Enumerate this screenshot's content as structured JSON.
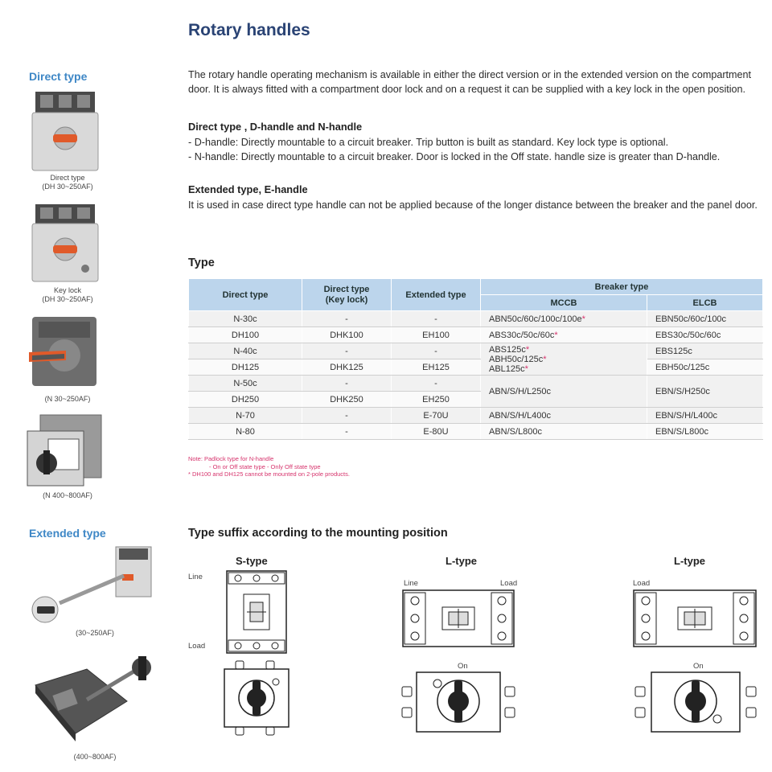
{
  "title": "Rotary handles",
  "sidebar": {
    "direct_heading": "Direct type",
    "extended_heading": "Extended type",
    "captions": [
      {
        "line1": "Direct type",
        "line2": "(DH 30~250AF)"
      },
      {
        "line1": "Key lock",
        "line2": "(DH 30~250AF)"
      },
      {
        "line1": "(N 30~250AF)",
        "line2": ""
      },
      {
        "line1": "(N 400~800AF)",
        "line2": ""
      },
      {
        "line1": "(30~250AF)",
        "line2": ""
      },
      {
        "line1": "(400~800AF)",
        "line2": ""
      }
    ]
  },
  "intro": "The rotary handle operating mechanism is available in either the direct version or in the extended version on the compartment door. It is always fitted with a compartment door lock and on a request it can be supplied with a key lock in the open position.",
  "direct_section": {
    "heading": "Direct type , D-handle and N-handle",
    "line1": "- D-handle: Directly mountable to a circuit breaker. Trip button is built as standard. Key lock type is optional.",
    "line2": "- N-handle: Directly mountable to a circuit breaker. Door is locked in the Off state. handle size is greater than D-handle."
  },
  "extended_section": {
    "heading": "Extended type, E-handle",
    "text": "It is used in case direct type handle can not be applied because of the longer distance between the breaker and the panel door."
  },
  "type_table": {
    "title": "Type",
    "headers": {
      "direct": "Direct type",
      "direct_key_line1": "Direct type",
      "direct_key_line2": "(Key lock)",
      "extended": "Extended type",
      "breaker": "Breaker type",
      "mccb": "MCCB",
      "elcb": "ELCB"
    },
    "rows": [
      {
        "direct": "N-30c",
        "key": "-",
        "ext": "-",
        "mccb": "ABN50c/60c/100c/100e",
        "mccb_star": "*",
        "elcb": "EBN50c/60c/100c"
      },
      {
        "direct": "DH100",
        "key": "DHK100",
        "ext": "EH100",
        "mccb": "ABS30c/50c/60c",
        "mccb_star": "*",
        "elcb": "EBS30c/50c/60c"
      },
      {
        "direct": "N-40c",
        "key": "-",
        "ext": "-"
      },
      {
        "direct": "DH125",
        "key": "DHK125",
        "ext": "EH125"
      },
      {
        "direct": "N-50c",
        "key": "-",
        "ext": "-"
      },
      {
        "direct": "DH250",
        "key": "DHK250",
        "ext": "EH250"
      },
      {
        "direct": "N-70",
        "key": "-",
        "ext": "E-70U",
        "mccb": "ABN/S/H/L400c",
        "elcb": "EBN/S/H/L400c"
      },
      {
        "direct": "N-80",
        "key": "-",
        "ext": "E-80U",
        "mccb": "ABN/S/L800c",
        "elcb": "EBN/S/L800c"
      }
    ],
    "merged": {
      "mccb_125_a": "ABS125c",
      "mccb_125_b": "ABH50c/125c",
      "mccb_125_c": "ABL125c",
      "star": "*",
      "elcb_125_a": "EBS125c",
      "elcb_125_b": "EBH50c/125c",
      "mccb_250": "ABN/S/H/L250c",
      "elcb_250": "EBN/S/H250c"
    }
  },
  "notes": {
    "line1": "Note:  Padlock type for N-handle",
    "line2": "- On or Off state type    - Only Off state type",
    "line3": "* DH100 and DH125 cannot be mounted on 2-pole products."
  },
  "mounting": {
    "title": "Type suffix according to the mounting position",
    "s_type": "S-type",
    "l_type_1": "L-type",
    "l_type_2": "L-type",
    "line": "Line",
    "load": "Load",
    "on": "On"
  },
  "colors": {
    "title_blue": "#2a4374",
    "side_blue": "#3e87c6",
    "header_fill": "#bcd5ec",
    "note_red": "#d6336c",
    "handle_red": "#e05a2a"
  }
}
